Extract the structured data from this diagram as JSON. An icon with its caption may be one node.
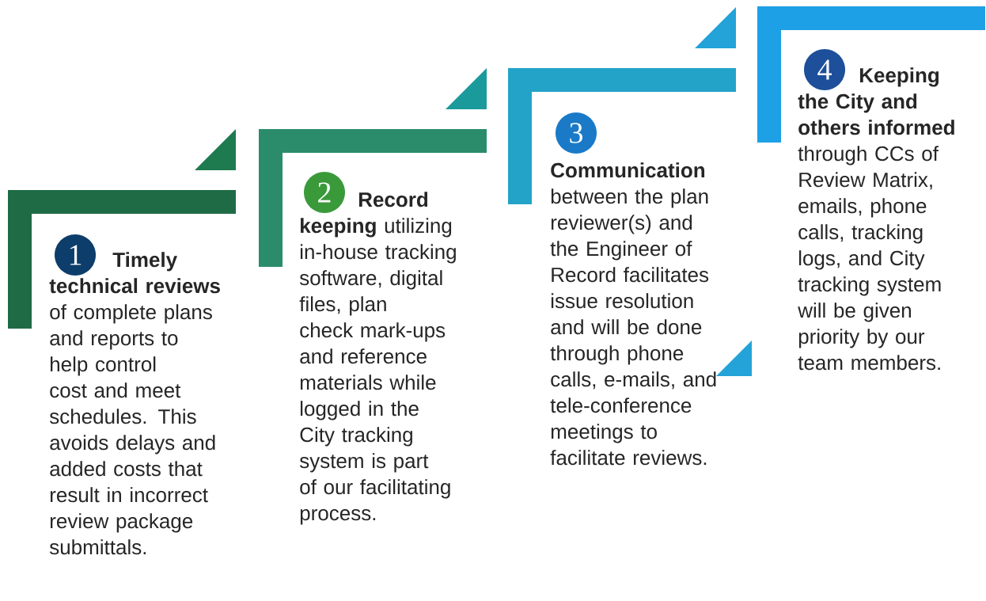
{
  "diagram": {
    "nodes": [
      {
        "text": [
          "1"
        ],
        "beside": [
          "**Timely technical reviews** of complete plans and reports to help control cost and meet schedules. This avoids delays and added costs that result in incorrect review package submittals."
        ]
      },
      {
        "text": [
          "2"
        ],
        "beside": [
          "**Record keeping** utilizing in-house tracking software, digital files, plan check mark-ups and reference materials while logged in the City tracking system is part of our facilitating process."
        ]
      },
      {
        "text": [
          "3"
        ],
        "beside": [
          "**Communication** between the plan reviewer(s) and the Engineer of Record facilitates issue resolution and will be done through phone calls, e-mails, and tele-conference meetings to facilitate reviews."
        ]
      },
      {
        "text": [
          "4"
        ],
        "beside": [
          "**Keeping the City and others informed** through CCs of Review Matrix, emails, phone calls, tracking logs, and City tracking system will be given priority by our team members."
        ]
      }
    ]
  }
}
